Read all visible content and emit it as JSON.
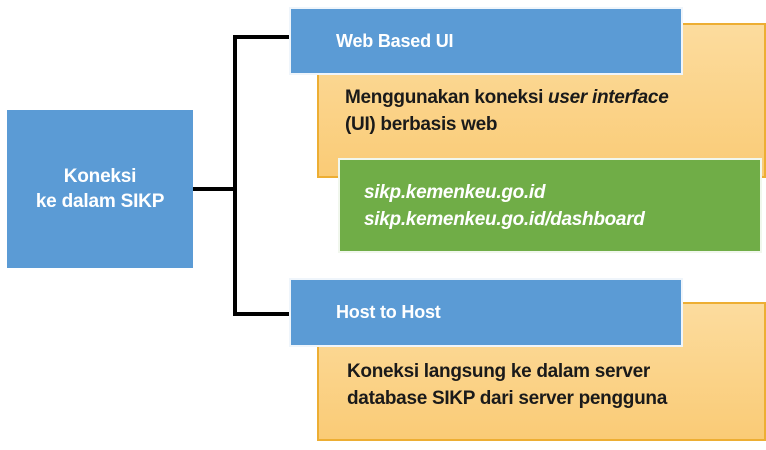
{
  "colors": {
    "blue": "#5B9BD5",
    "green": "#70AD47",
    "orange_fill_top": "#FCDC9E",
    "orange_fill_bottom": "#FACB76",
    "orange_border": "#EDAE33",
    "connector": "#000000",
    "title_text": "#FFFFFF",
    "body_text": "#1A1A1A"
  },
  "root_node": {
    "label_line1": "Koneksi",
    "label_line2": "ke dalam SIKP"
  },
  "branches": [
    {
      "title": "Web Based UI",
      "desc_line1_normal": "Menggunakan koneksi ",
      "desc_line1_italic": "user interface",
      "desc_line2": "(UI) berbasis web",
      "urls": [
        "sikp.kemenkeu.go.id",
        "sikp.kemenkeu.go.id/dashboard"
      ]
    },
    {
      "title": "Host to Host",
      "desc_line1": "Koneksi langsung ke dalam server",
      "desc_line2": "database SIKP dari server pengguna"
    }
  ]
}
